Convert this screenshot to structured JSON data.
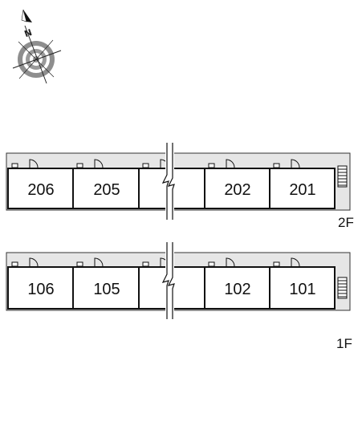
{
  "compass": {
    "label": "N",
    "icon": "compass-rose-icon"
  },
  "floors": [
    {
      "label": "2F",
      "units": [
        {
          "number": "206"
        },
        {
          "number": "205"
        },
        {
          "number": ""
        },
        {
          "number": "202"
        },
        {
          "number": "201"
        }
      ]
    },
    {
      "label": "1F",
      "units": [
        {
          "number": "106"
        },
        {
          "number": "105"
        },
        {
          "number": ""
        },
        {
          "number": "102"
        },
        {
          "number": "101"
        }
      ]
    }
  ],
  "colors": {
    "corridor": "#e6e6e6",
    "wall": "#1a1a1a",
    "compass_ring": "#9a9a9a"
  }
}
